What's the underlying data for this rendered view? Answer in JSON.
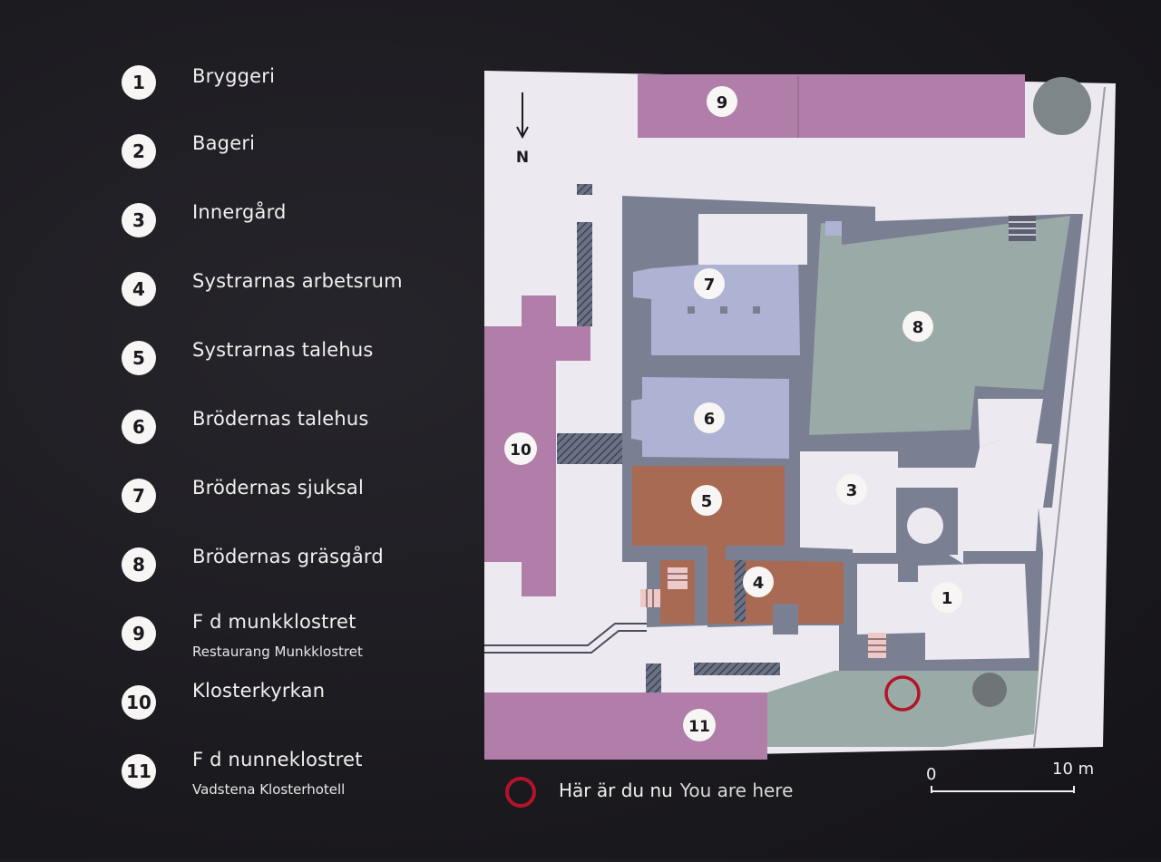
{
  "legend": {
    "items": [
      {
        "num": "1",
        "name": "Bryggeri"
      },
      {
        "num": "2",
        "name": "Bageri"
      },
      {
        "num": "3",
        "name": "Innergård"
      },
      {
        "num": "4",
        "name": "Systrarnas arbetsrum"
      },
      {
        "num": "5",
        "name": "Systrarnas talehus"
      },
      {
        "num": "6",
        "name": "Brödernas talehus"
      },
      {
        "num": "7",
        "name": "Brödernas sjuksal"
      },
      {
        "num": "8",
        "name": "Brödernas gräsgård"
      },
      {
        "num": "9",
        "name": "F d munkklostret",
        "sub": "Restaurang Munkklostret"
      },
      {
        "num": "10",
        "name": "Klosterkyrkan"
      },
      {
        "num": "11",
        "name": "F d nunneklostret",
        "sub": "Vadstena Klosterhotell"
      }
    ]
  },
  "map": {
    "north_label": "N",
    "markers": [
      "9",
      "7",
      "8",
      "6",
      "10",
      "3",
      "5",
      "4",
      "1",
      "11"
    ],
    "you_are_here": {
      "sv": "Här är du nu",
      "en": "You are here"
    },
    "scale": {
      "start": "0",
      "end": "10 m"
    },
    "colors": {
      "paper": "#eceaf0",
      "walls": "#7a7f92",
      "purple": "#b07ea8",
      "lavender": "#aeb3d4",
      "brick": "#a86a52",
      "sage": "#9aaaa6",
      "here_ring": "#b3142a"
    }
  }
}
